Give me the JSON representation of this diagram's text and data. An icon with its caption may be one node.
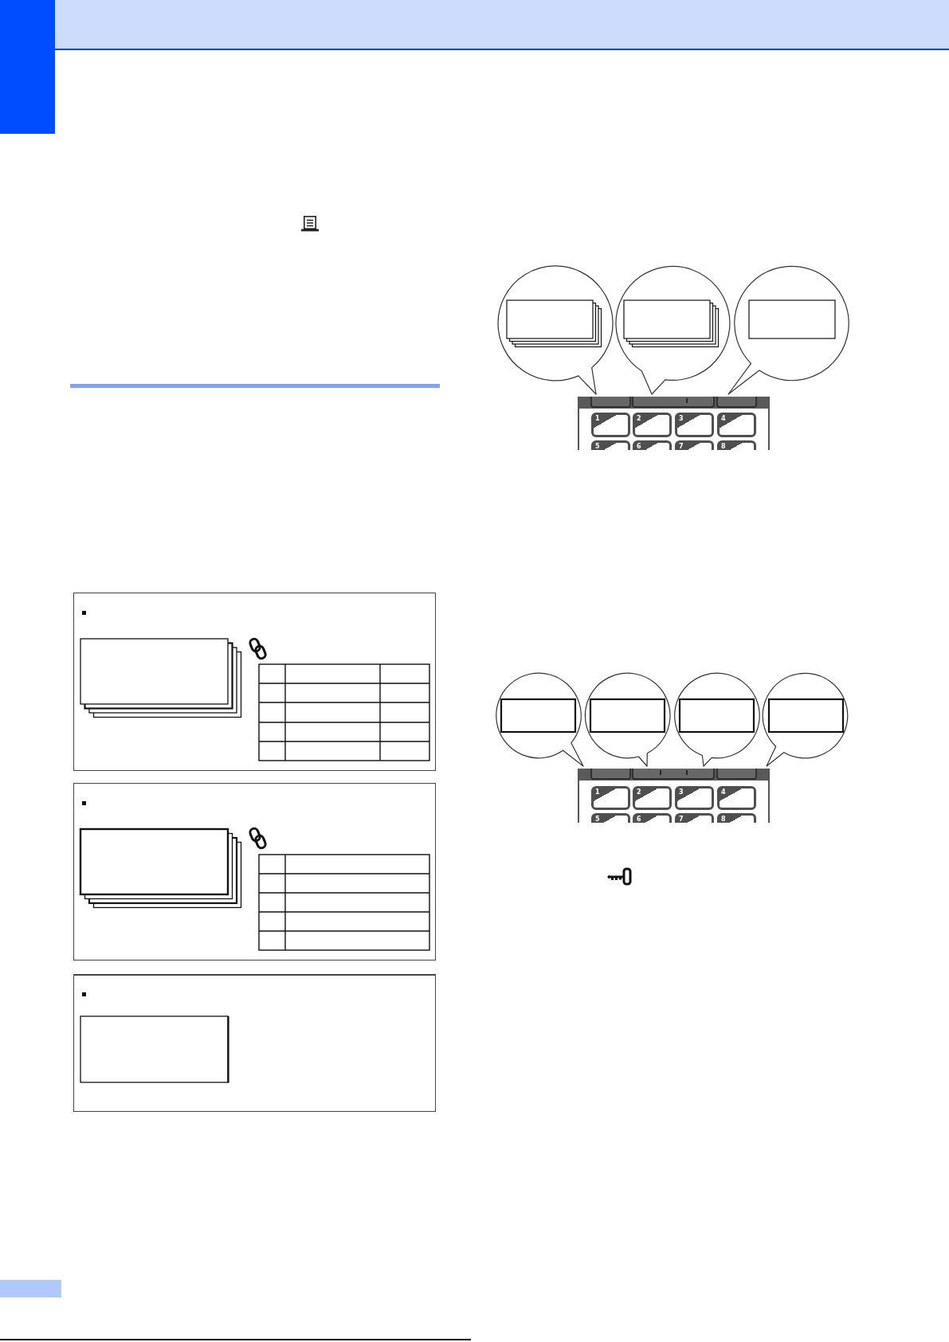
{
  "diagram": {
    "nodes": [
      {
        "text": [],
        "shape": "box"
      },
      {
        "text": [
          "1"
        ],
        "in": 0
      },
      {
        "text": [
          "2"
        ],
        "in": 0
      },
      {
        "text": [
          "3"
        ],
        "in": 0
      },
      {
        "text": [
          "4"
        ],
        "in": 0
      },
      {
        "text": [
          "5"
        ],
        "in": 0
      },
      {
        "text": [
          "6"
        ],
        "in": 0
      },
      {
        "text": [
          "7"
        ],
        "in": 0
      },
      {
        "text": [
          "8"
        ],
        "in": 0
      },
      {
        "text": [],
        "shape": "box"
      },
      {
        "text": [
          "1"
        ],
        "in": 9
      },
      {
        "text": [
          "2"
        ],
        "in": 9
      },
      {
        "text": [
          "3"
        ],
        "in": 9
      },
      {
        "text": [
          "4"
        ],
        "in": 9
      },
      {
        "text": [
          "5"
        ],
        "in": 9
      },
      {
        "text": [
          "6"
        ],
        "in": 9
      },
      {
        "text": [
          "7"
        ],
        "in": 9
      },
      {
        "text": [
          "8"
        ],
        "in": 9
      }
    ]
  }
}
